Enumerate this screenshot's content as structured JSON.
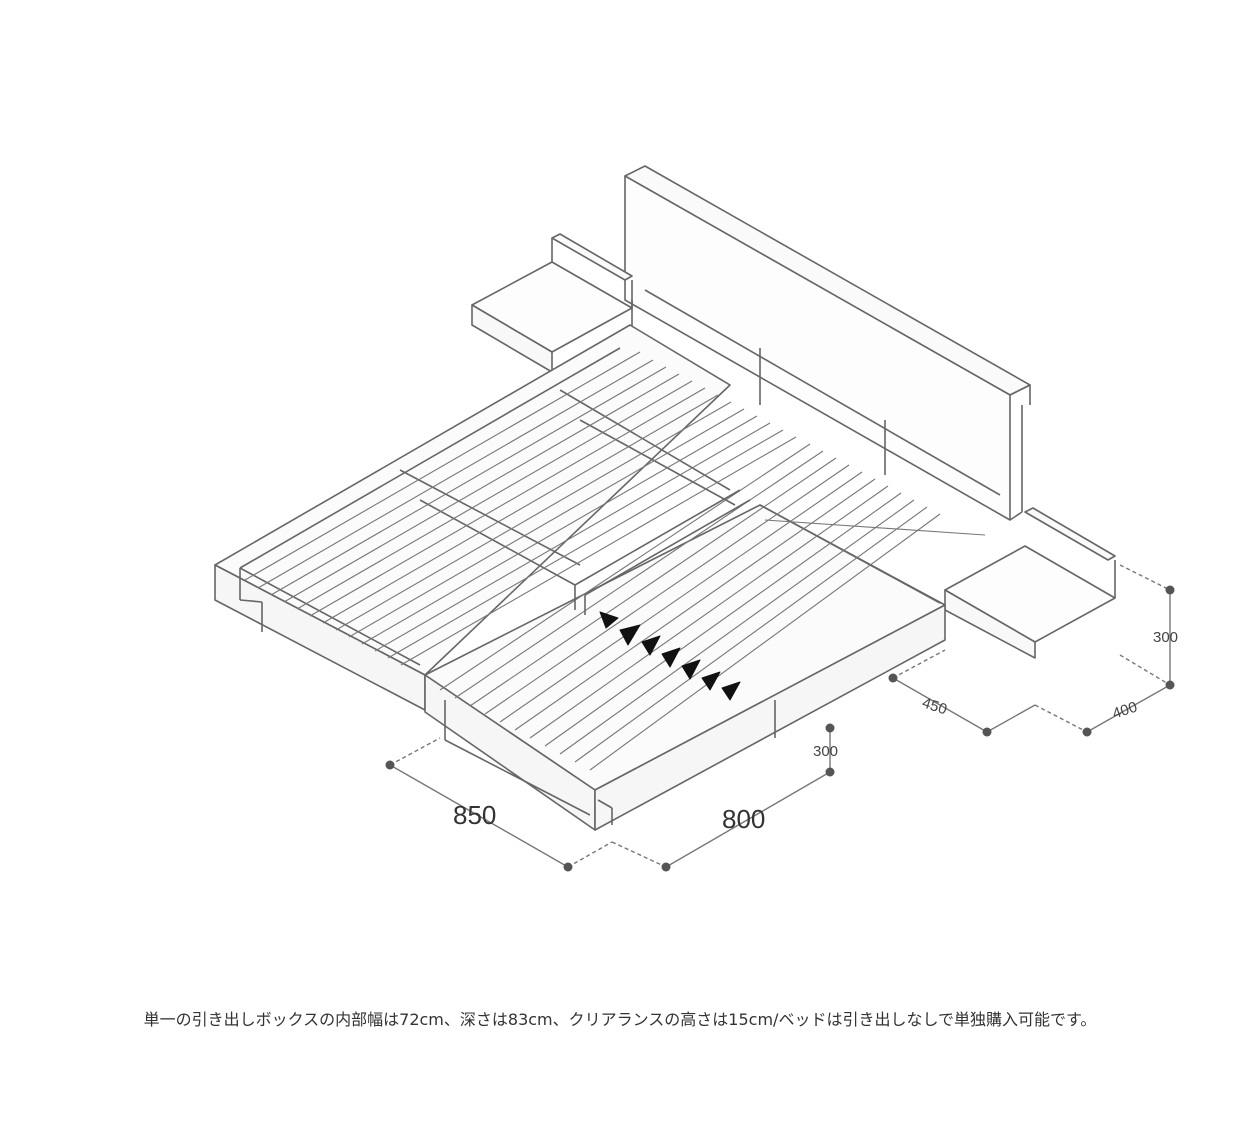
{
  "top_text": "",
  "dimensions": {
    "width_left": "850",
    "width_right": "800",
    "height_main": "300",
    "nightstand_height": "300",
    "nightstand_width": "450",
    "nightstand_depth": "400"
  },
  "caption": "単一の引き出しボックスの内部幅は72cm、深さは83cm、クリアランスの高さは15cm/ベッドは引き出しなしで単独購入可能です。"
}
